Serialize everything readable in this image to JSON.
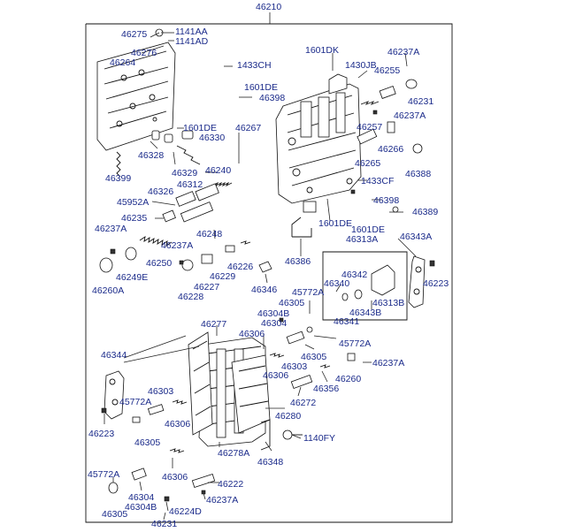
{
  "diagram": {
    "assembly_number": "46210",
    "labels": {
      "l46275": "46275",
      "l1141AA": "1141AA",
      "l1141AD": "1141AD",
      "l46276": "46276",
      "l46264": "46264",
      "l1601DK": "1601DK",
      "l46237A_tr": "46237A",
      "l1433CH": "1433CH",
      "l1430JB": "1430JB",
      "l46255": "46255",
      "l1601DE_top": "1601DE",
      "l46398_top": "46398",
      "l46231_tr": "46231",
      "l46237A_r2": "46237A",
      "l1601DE_mid": "1601DE",
      "l46267": "46267",
      "l46257": "46257",
      "l46330": "46330",
      "l46266": "46266",
      "l46328": "46328",
      "l46265": "46265",
      "l46399": "46399",
      "l46329": "46329",
      "l46240": "46240",
      "l46388": "46388",
      "l1433CF": "1433CF",
      "l46312": "46312",
      "l46326": "46326",
      "l45952A": "45952A",
      "l46398_r": "46398",
      "l46389": "46389",
      "l46235": "46235",
      "l1601DE_b": "1601DE",
      "l1601DE_c": "1601DE",
      "l46237A_l": "46237A",
      "l46248": "46248",
      "l46313A": "46313A",
      "l46343A": "46343A",
      "l46237A_c": "46237A",
      "l46386": "46386",
      "l46250": "46250",
      "l46226": "46226",
      "l46249E": "46249E",
      "l46229": "46229",
      "l46342": "46342",
      "l46260A": "46260A",
      "l46227": "46227",
      "l46346": "46346",
      "l46340": "46340",
      "l46223_r": "46223",
      "l46228": "46228",
      "l45772A_a": "45772A",
      "l46313B": "46313B",
      "l46305_a": "46305",
      "l46343B": "46343B",
      "l46304B_a": "46304B",
      "l46341": "46341",
      "l46277": "46277",
      "l46304_a": "46304",
      "l46306_a": "46306",
      "l45772A_b": "45772A",
      "l46344": "46344",
      "l46303_a": "46303",
      "l46305_b": "46305",
      "l46237A_r3": "46237A",
      "l46306_b": "46306",
      "l46260": "46260",
      "l46356": "46356",
      "l46303_b": "46303",
      "l45772A_c": "45772A",
      "l46306_c": "46306",
      "l46272": "46272",
      "l46280": "46280",
      "l46223_l": "46223",
      "l46305_c": "46305",
      "l1140FY": "1140FY",
      "l46278A": "46278A",
      "l46348": "46348",
      "l46306_d": "46306",
      "l45772A_d": "45772A",
      "l46222": "46222",
      "l46304_b": "46304",
      "l46237A_b": "46237A",
      "l46304B_b": "46304B",
      "l46305_d": "46305",
      "l46224D": "46224D",
      "l46231_b": "46231"
    }
  }
}
